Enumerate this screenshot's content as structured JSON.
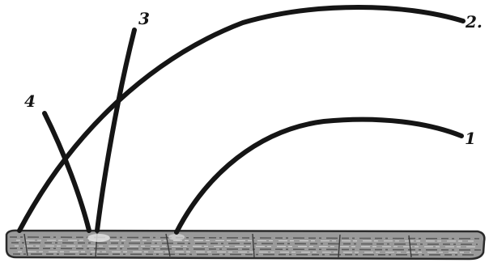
{
  "figure": {
    "ink_color": "#151515",
    "ground_color": "#8a8a8a",
    "background_color": "#ffffff",
    "curves": [
      {
        "id": "1",
        "label": "1"
      },
      {
        "id": "2",
        "label": "2."
      },
      {
        "id": "3",
        "label": "3"
      },
      {
        "id": "4",
        "label": "4"
      }
    ]
  }
}
